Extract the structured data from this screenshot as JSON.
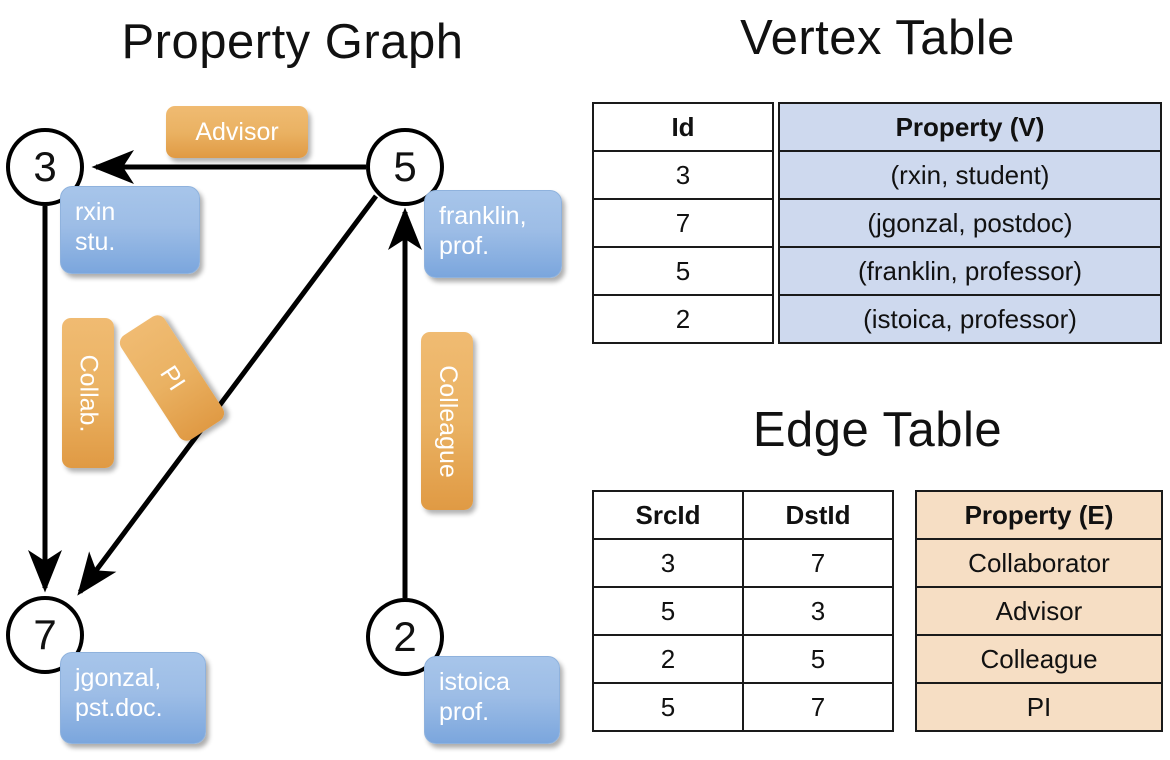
{
  "titles": {
    "property_graph": "Property Graph",
    "vertex_table": "Vertex Table",
    "edge_table": "Edge Table"
  },
  "colors": {
    "vertex_property_fill": "#ced9ee",
    "edge_property_fill": "#f6dec4",
    "node_box_blue": "#9dbde6",
    "edge_label_orange": "#eab263",
    "stroke": "#000000"
  },
  "graph": {
    "nodes": [
      {
        "id": "3",
        "label": "3",
        "property": "rxin\nstu."
      },
      {
        "id": "5",
        "label": "5",
        "property": "franklin,\nprof."
      },
      {
        "id": "7",
        "label": "7",
        "property": "jgonzal,\npst.doc."
      },
      {
        "id": "2",
        "label": "2",
        "property": "istoica\nprof."
      }
    ],
    "edge_labels": [
      {
        "name": "advisor",
        "text": "Advisor"
      },
      {
        "name": "collab",
        "text": "Collab."
      },
      {
        "name": "pi",
        "text": "PI"
      },
      {
        "name": "colleague",
        "text": "Colleague"
      }
    ],
    "edges": [
      {
        "from": "5",
        "to": "3",
        "label": "Advisor"
      },
      {
        "from": "3",
        "to": "7",
        "label": "Collab."
      },
      {
        "from": "5",
        "to": "7",
        "label": "PI"
      },
      {
        "from": "2",
        "to": "5",
        "label": "Colleague"
      }
    ]
  },
  "vertex_table": {
    "headers": [
      "Id",
      "Property (V)"
    ],
    "rows": [
      {
        "id": "3",
        "property": "(rxin, student)"
      },
      {
        "id": "7",
        "property": "(jgonzal, postdoc)"
      },
      {
        "id": "5",
        "property": "(franklin, professor)"
      },
      {
        "id": "2",
        "property": "(istoica, professor)"
      }
    ]
  },
  "edge_table": {
    "headers": [
      "SrcId",
      "DstId",
      "Property (E)"
    ],
    "rows": [
      {
        "src": "3",
        "dst": "7",
        "property": "Collaborator"
      },
      {
        "src": "5",
        "dst": "3",
        "property": "Advisor"
      },
      {
        "src": "2",
        "dst": "5",
        "property": "Colleague"
      },
      {
        "src": "5",
        "dst": "7",
        "property": "PI"
      }
    ]
  }
}
